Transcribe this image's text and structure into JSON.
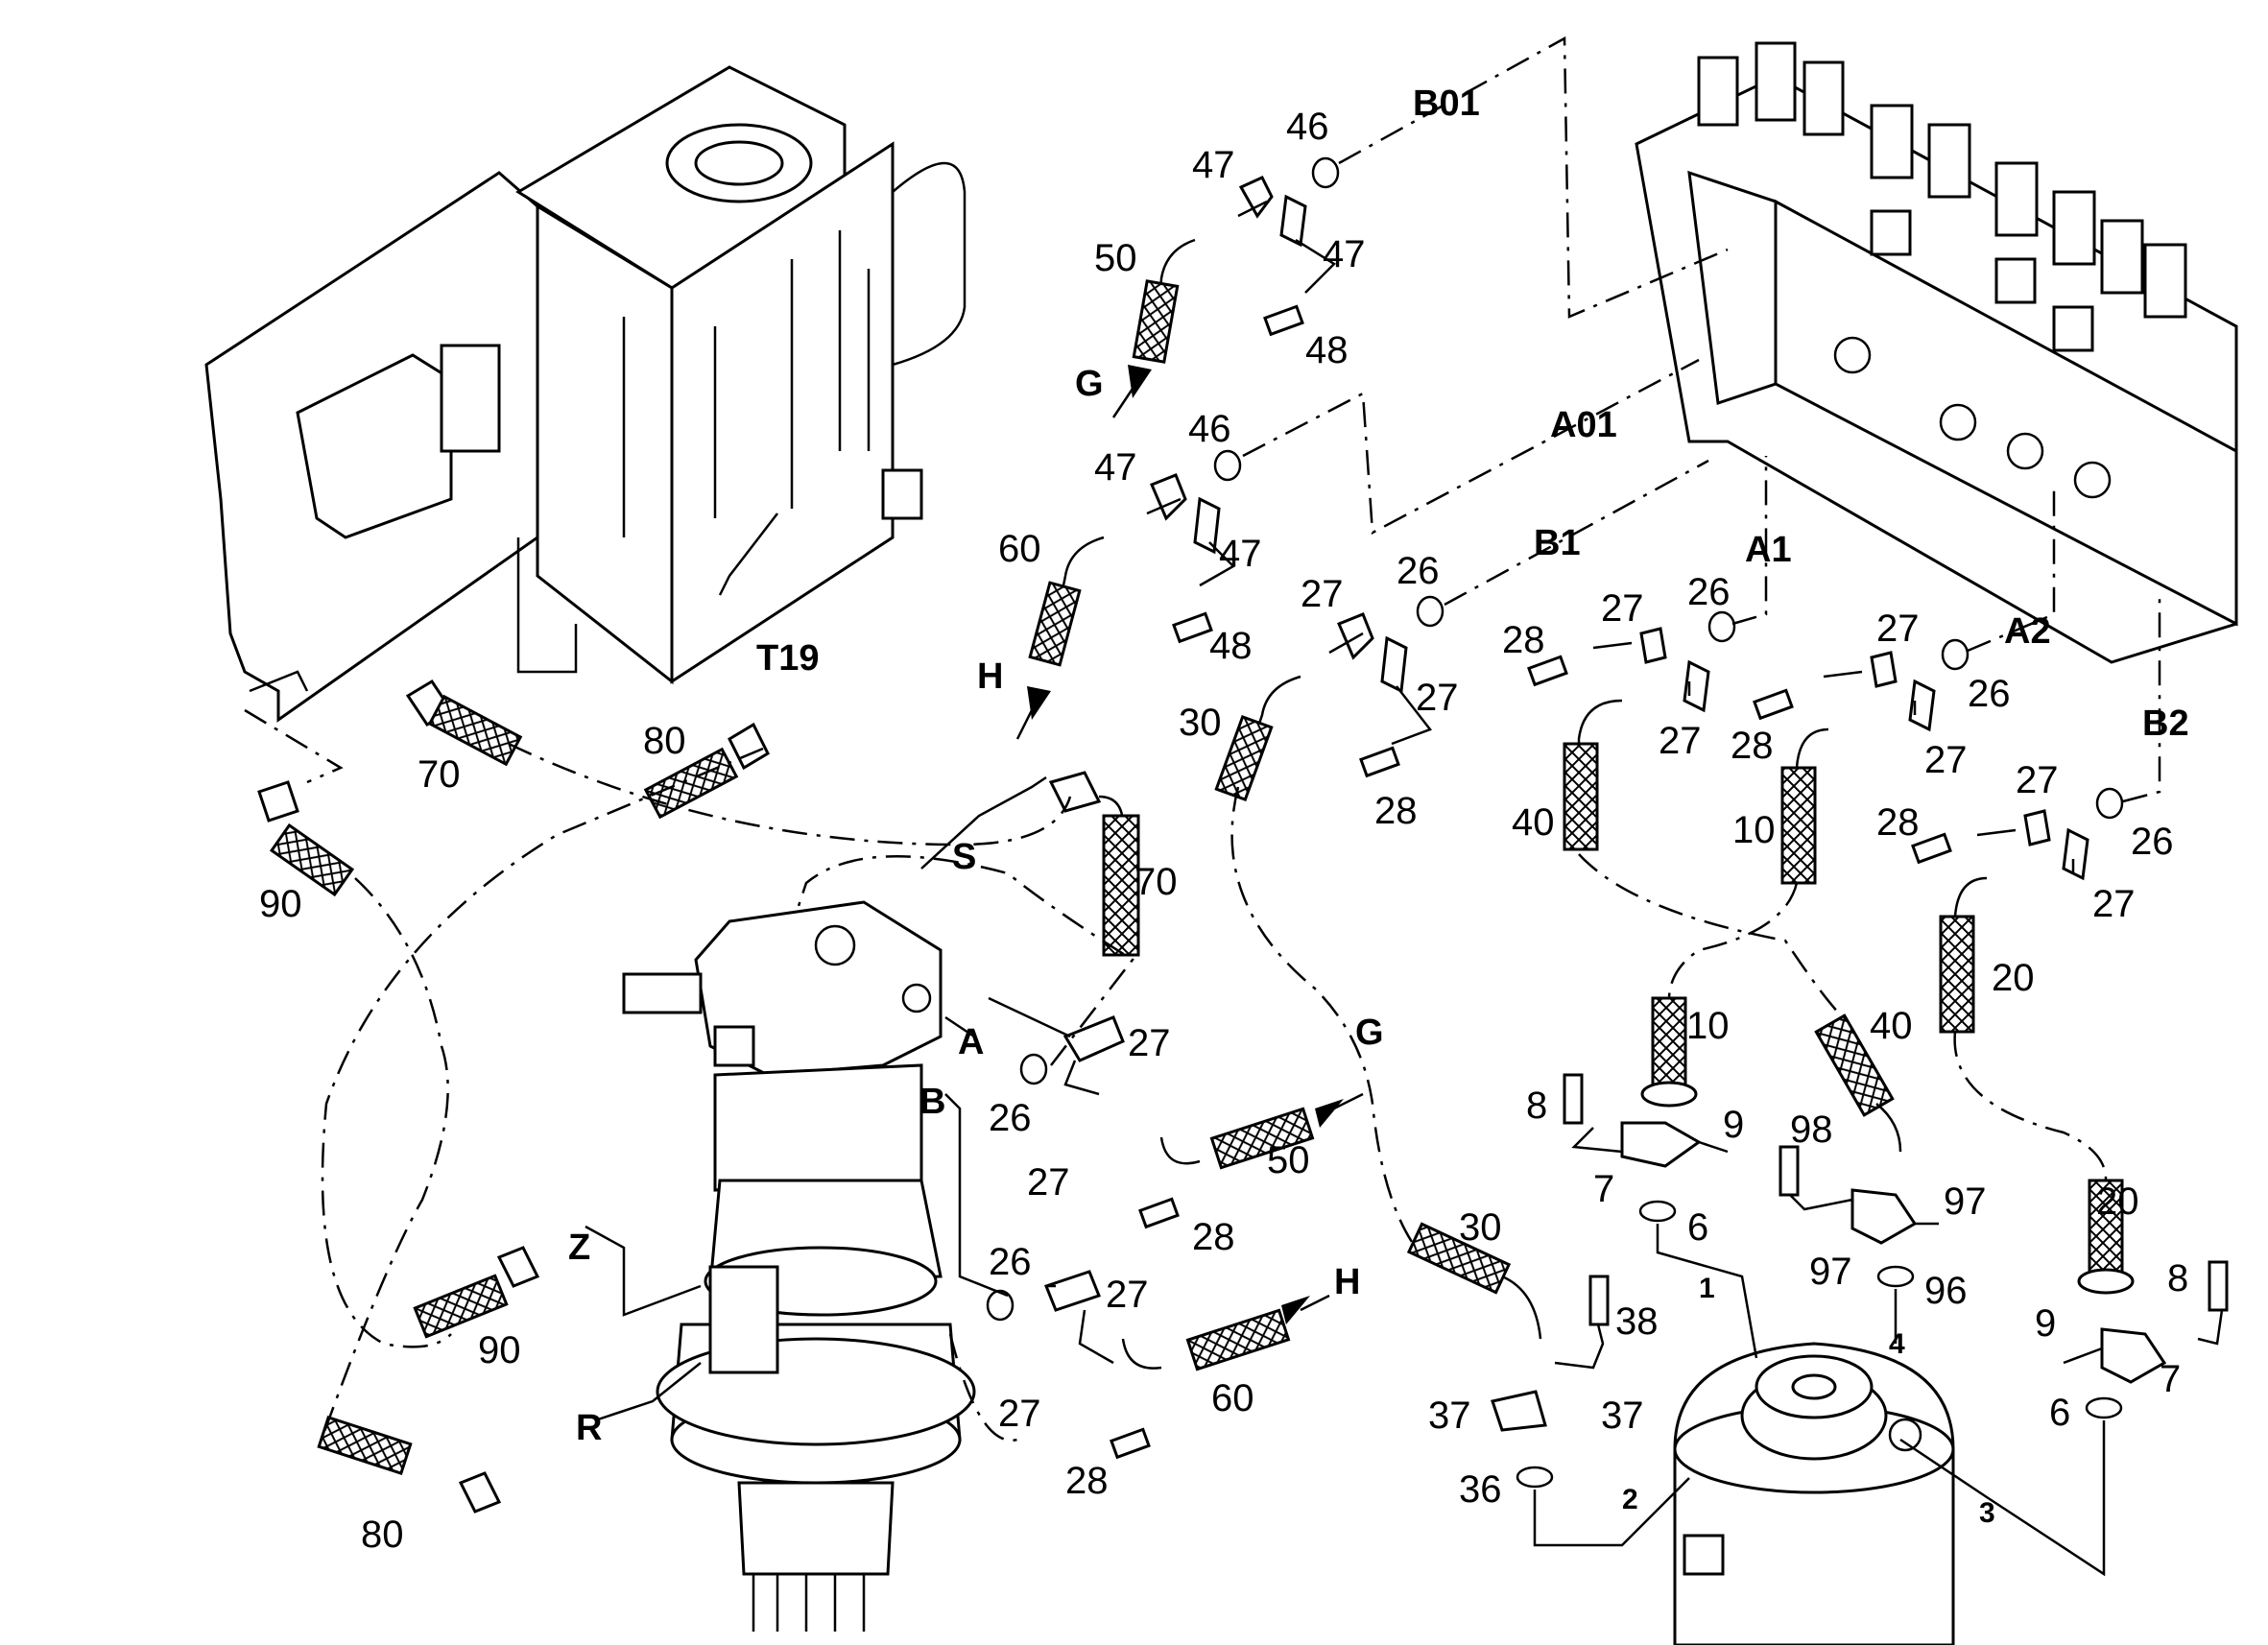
{
  "callouts": {
    "c_b01": "B01",
    "c_a01": "A01",
    "c_b1": "B1",
    "c_a1": "A1",
    "c_a2": "A2",
    "c_b2": "B2",
    "c_t19": "T19",
    "c_g_top": "G",
    "c_h_top": "H",
    "c_s": "S",
    "c_a": "A",
    "c_b": "B",
    "c_g_mid": "G",
    "c_h_low": "H",
    "c_z": "Z",
    "c_r": "R",
    "c_1": "1",
    "c_2": "2",
    "c_3": "3",
    "c_4": "4"
  },
  "parts": {
    "p46a": "46",
    "p47a": "47",
    "p47b": "47",
    "p50a": "50",
    "p48a": "48",
    "p46b": "46",
    "p47c": "47",
    "p47d": "47",
    "p60a": "60",
    "p48b": "48",
    "p26a": "26",
    "p27a": "27",
    "p27b": "27",
    "p30a": "30",
    "p28a": "28",
    "p28b": "28",
    "p27c": "27",
    "p26b": "26",
    "p27d": "27",
    "p40a": "40",
    "p27e": "27",
    "p26c": "26",
    "p28c": "28",
    "p27f": "27",
    "p10a": "10",
    "p28d": "28",
    "p27g": "27",
    "p26d": "26",
    "p27h": "27",
    "p20a": "20",
    "p70a": "70",
    "p80a": "80",
    "p90a": "90",
    "p70b": "70",
    "p27i": "27",
    "p26e": "26",
    "p27j": "27",
    "p50b": "50",
    "p28e": "28",
    "p26f": "26",
    "p27k": "27",
    "p27l": "27",
    "p60b": "60",
    "p28f": "28",
    "p90b": "90",
    "p80b": "80",
    "p10b": "10",
    "p8a": "8",
    "p9a": "9",
    "p7a": "7",
    "p6a": "6",
    "p40b": "40",
    "p98": "98",
    "p97a": "97",
    "p97b": "97",
    "p96": "96",
    "p30b": "30",
    "p38": "38",
    "p37a": "37",
    "p37b": "37",
    "p36": "36",
    "p20b": "20",
    "p8b": "8",
    "p9b": "9",
    "p7b": "7",
    "p6b": "6"
  }
}
